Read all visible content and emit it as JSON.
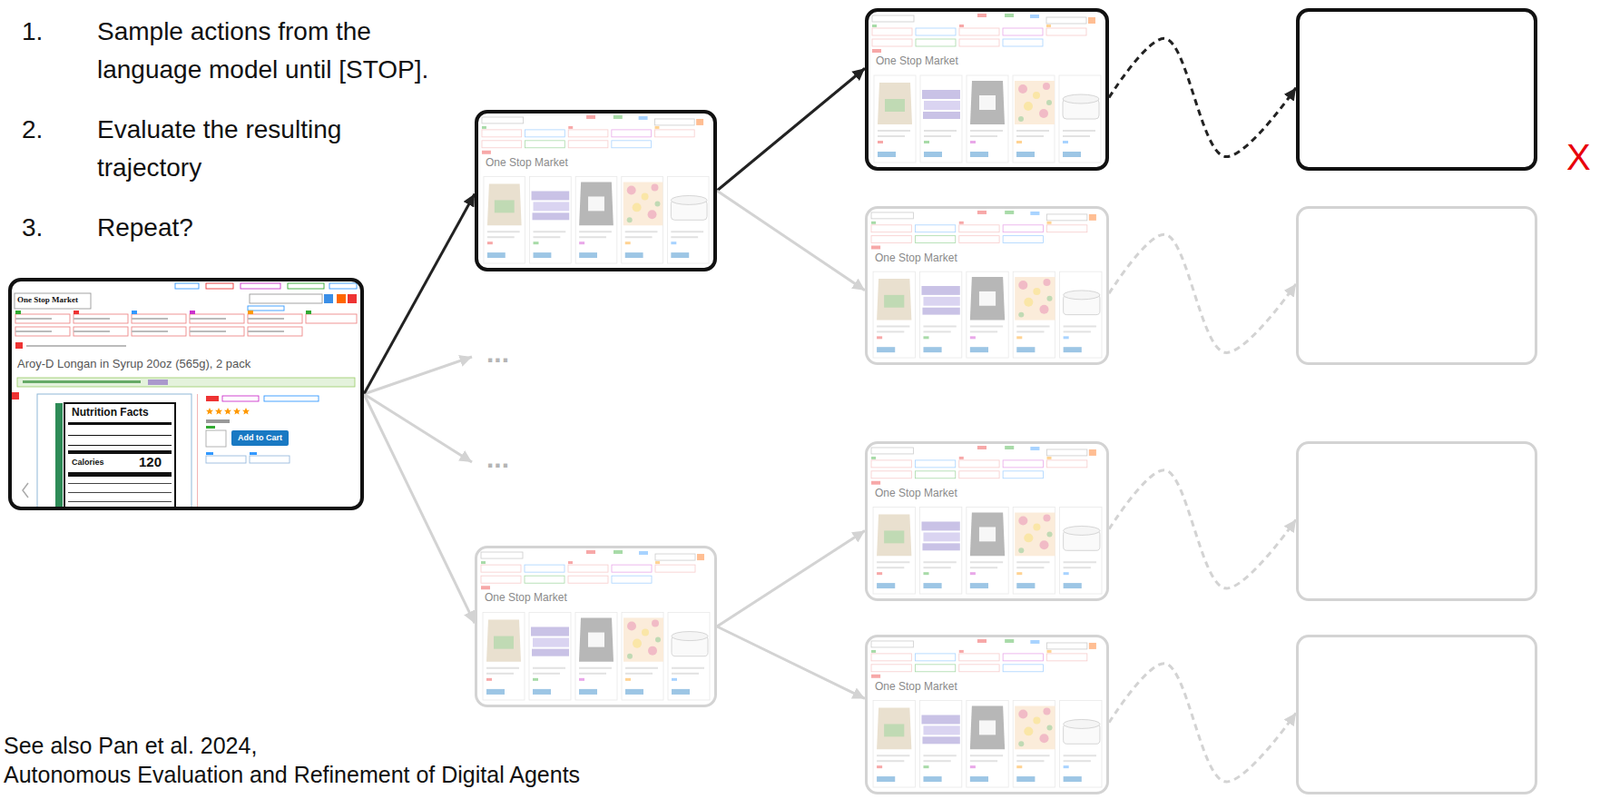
{
  "diagram": {
    "nodes": [
      {
        "text": [
          "One Stop Market",
          "Aroy-D Longan in Syrup 20oz (565g), 2 pack",
          "Nutrition Facts",
          "Calories",
          "120",
          "Add to Cart"
        ]
      },
      {
        "text": [
          "One Stop Market"
        ]
      },
      {
        "text": [
          "One Stop Market"
        ]
      },
      {
        "text": []
      },
      {
        "text": [
          "One Stop Market"
        ]
      },
      {
        "text": []
      },
      {
        "text": [
          "One Stop Market"
        ]
      },
      {
        "text": [
          "One Stop Market"
        ]
      },
      {
        "text": []
      },
      {
        "text": [
          "One Stop Market"
        ]
      },
      {
        "text": []
      }
    ],
    "edges": [
      {
        "from": 0,
        "to": 1,
        "arrow": "to"
      },
      {
        "from": 0,
        "to": 6,
        "arrow": "to"
      },
      {
        "from": 1,
        "to": 2,
        "arrow": "to"
      },
      {
        "from": 1,
        "to": 4,
        "arrow": "to"
      },
      {
        "from": 6,
        "to": 7,
        "arrow": "to"
      },
      {
        "from": 6,
        "to": 9,
        "arrow": "to"
      },
      {
        "from": 2,
        "to": 3,
        "arrow": "to"
      },
      {
        "from": 4,
        "to": 5,
        "arrow": "to"
      },
      {
        "from": 7,
        "to": 8,
        "arrow": "to"
      },
      {
        "from": 9,
        "to": 10,
        "arrow": "to"
      }
    ],
    "labels": [
      "1.",
      "Sample actions from the language model until [STOP].",
      "2.",
      "Evaluate the resulting trajectory",
      "3.",
      "Repeat?",
      "...",
      "...",
      "X",
      "See also Pan et al. 2024,",
      "Autonomous Evaluation and Refinement of Digital Agents"
    ]
  }
}
